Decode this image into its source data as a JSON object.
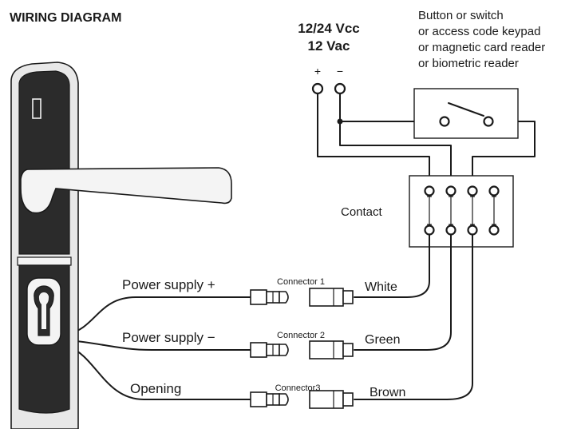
{
  "title": "WIRING DIAGRAM",
  "power": {
    "voltage_dc": "12/24 Vcc",
    "voltage_ac": "12 Vac",
    "plus": "+",
    "minus": "−"
  },
  "switch_description": [
    "Button or switch",
    "or access code keypad",
    "or magnetic card reader",
    "or biometric reader"
  ],
  "contact_label": "Contact",
  "wires": [
    {
      "function": "Power supply +",
      "connector": "Connector 1",
      "color": "White"
    },
    {
      "function": "Power supply −",
      "connector": "Connector 2",
      "color": "Green"
    },
    {
      "function": "Opening",
      "connector": "Connector3",
      "color": "Brown"
    }
  ],
  "colors": {
    "ink": "#1a1a1a",
    "background": "#ffffff"
  }
}
